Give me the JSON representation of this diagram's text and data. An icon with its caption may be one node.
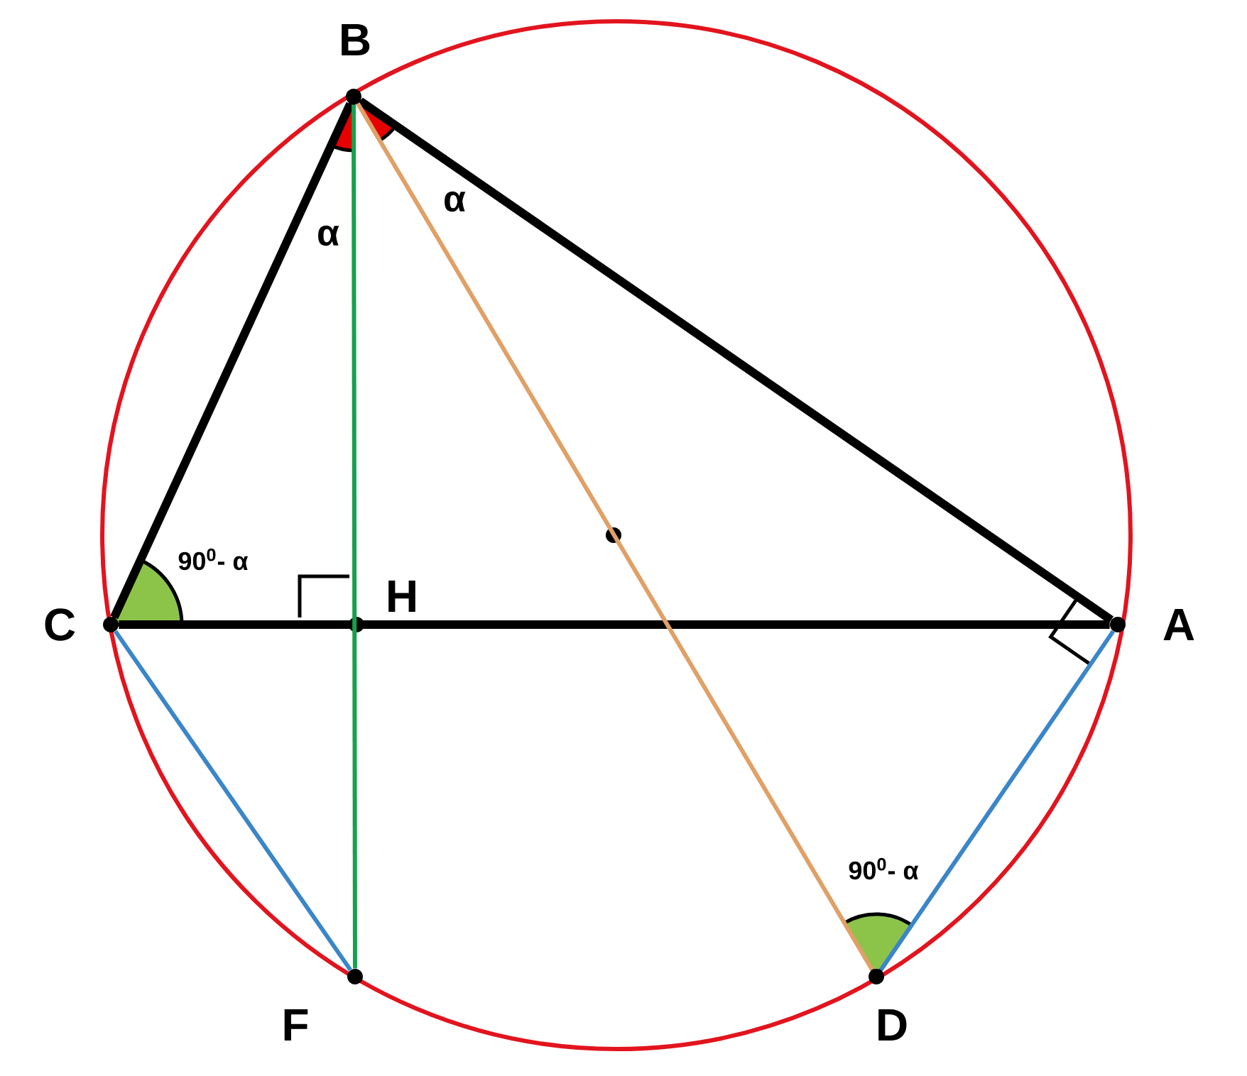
{
  "diagram": {
    "nodes": [
      {
        "text": [
          "B"
        ]
      },
      {
        "text": [
          "C"
        ]
      },
      {
        "text": [
          "H"
        ]
      },
      {
        "text": [
          "A"
        ]
      },
      {
        "text": [],
        "shape": "circle"
      },
      {
        "text": [
          "F"
        ]
      },
      {
        "text": [
          "D"
        ]
      }
    ],
    "edges": [
      {
        "from": 0,
        "to": 1,
        "arrow": "none",
        "style": "thick"
      },
      {
        "from": 0,
        "to": 3,
        "arrow": "none",
        "style": "thick"
      },
      {
        "from": 1,
        "to": 3,
        "arrow": "none",
        "style": "thick"
      },
      {
        "from": 0,
        "to": 5,
        "arrow": "none",
        "color": "#17a04c"
      },
      {
        "from": 0,
        "to": 6,
        "arrow": "none",
        "color": "#e0a066"
      },
      {
        "from": 1,
        "to": 5,
        "arrow": "none",
        "color": "#3a86c8"
      },
      {
        "from": 3,
        "to": 6,
        "arrow": "none",
        "color": "#3a86c8"
      }
    ],
    "labels": [
      "α",
      "α",
      "90$^{0}$- α",
      "90$^{0}$- α"
    ]
  }
}
